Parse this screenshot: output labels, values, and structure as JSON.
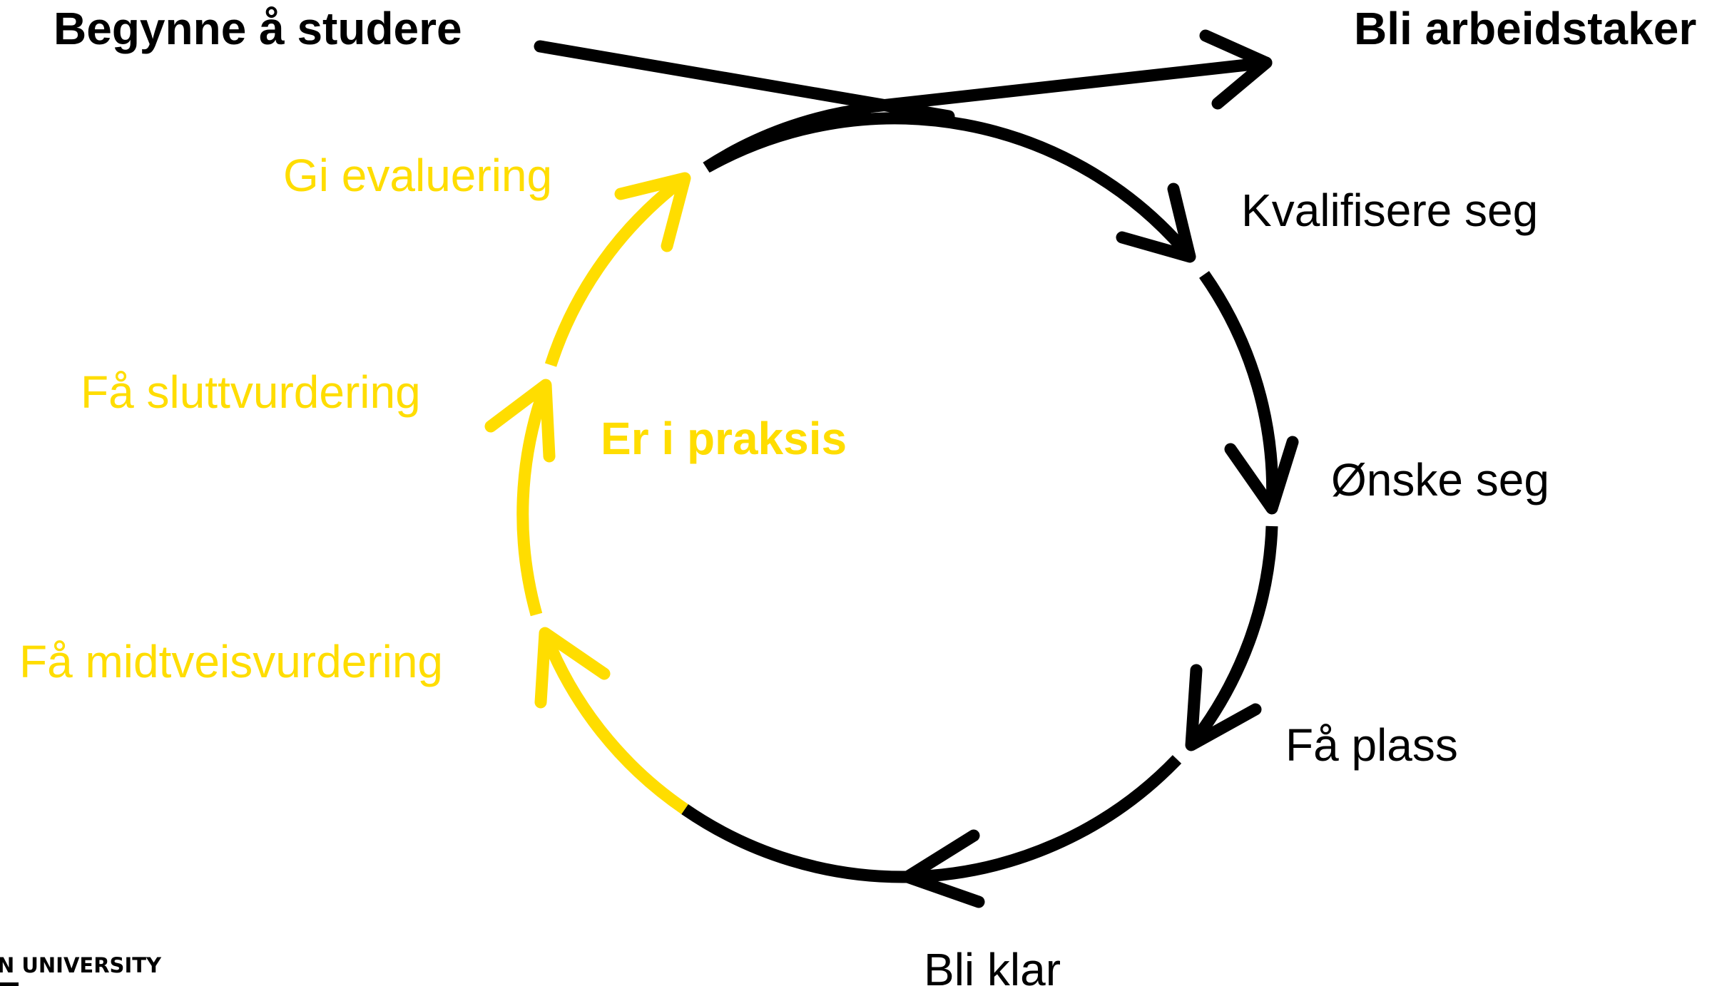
{
  "colors": {
    "black": "#000000",
    "yellow": "#FFDD00"
  },
  "labels": {
    "start": "Begynne å studere",
    "end": "Bli arbeidstaker",
    "center": "Er i praksis",
    "steps": [
      "Kvalifisere seg",
      "Ønske seg",
      "Få plass",
      "Bli klar",
      "Få midtveisvurdering",
      "Få sluttvurdering",
      "Gi evaluering"
    ]
  },
  "logo": {
    "text": "N UNIVERSITY"
  },
  "arrows": [
    {
      "name": "kvalifisere-seg-arrow",
      "color": "black"
    },
    {
      "name": "onske-seg-arrow",
      "color": "black"
    },
    {
      "name": "fa-plass-arrow",
      "color": "black"
    },
    {
      "name": "bli-klar-arrow",
      "color": "black"
    },
    {
      "name": "fa-midtveisvurdering-arrow",
      "color": "yellow"
    },
    {
      "name": "fa-sluttvurdering-arrow",
      "color": "yellow"
    },
    {
      "name": "gi-evaluering-arrow",
      "color": "yellow"
    }
  ]
}
